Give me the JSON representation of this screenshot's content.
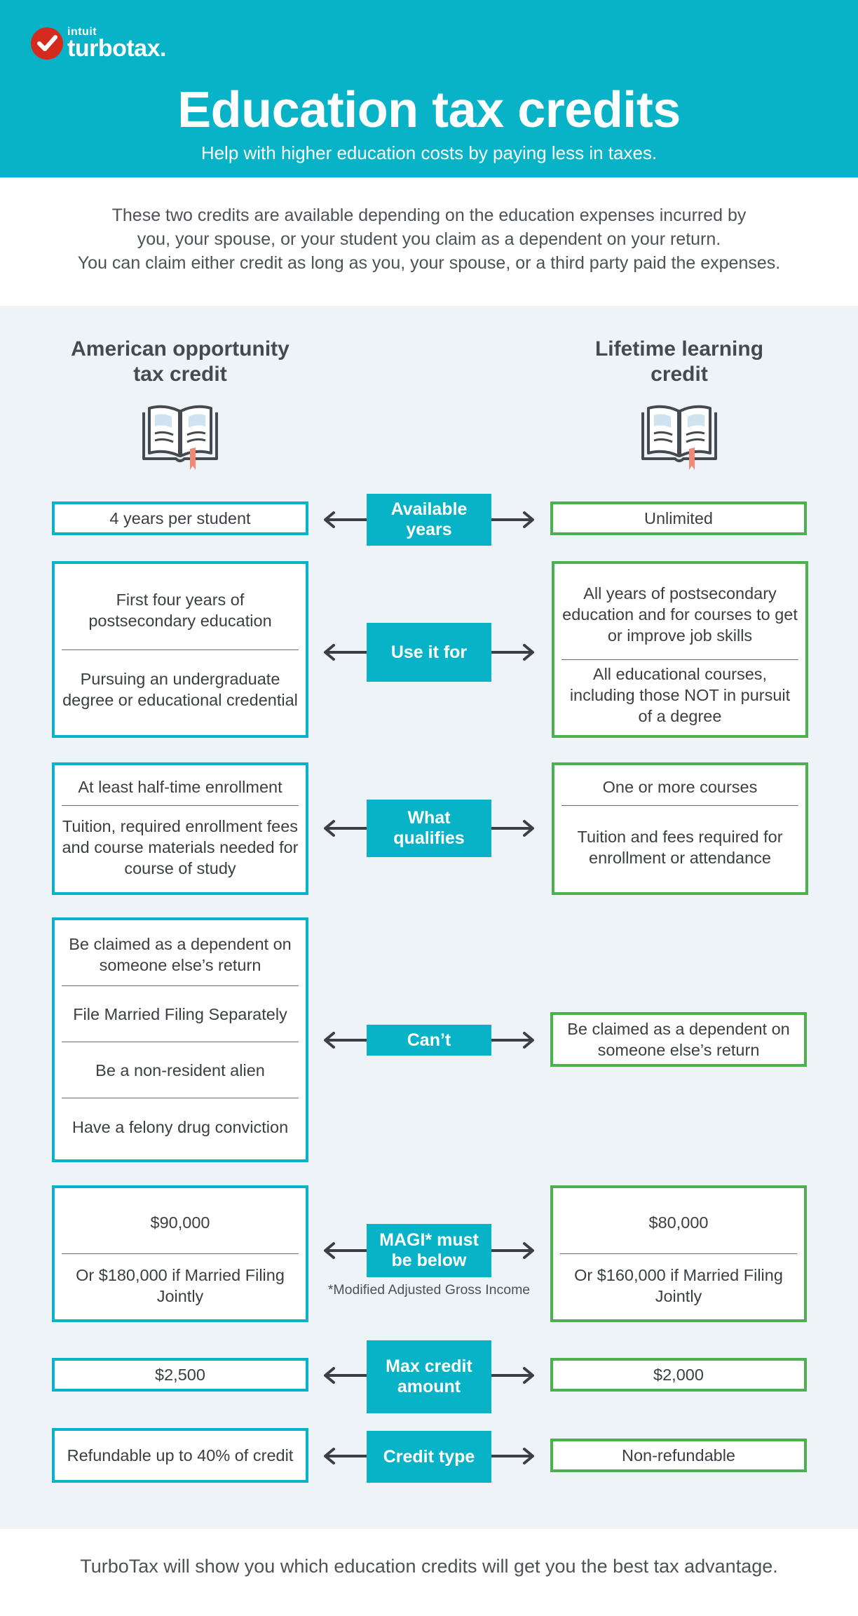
{
  "brand": {
    "intuit": "intuit",
    "name": "turbotax.",
    "colors": {
      "teal": "#08b2c7",
      "green": "#4caf50",
      "red": "#d52b1e",
      "panel": "#edf3f7"
    }
  },
  "header": {
    "title": "Education tax credits",
    "subtitle": "Help with higher education costs by paying less in taxes."
  },
  "intro": {
    "line1": "These two credits are available depending on the education expenses incurred by",
    "line2": "you, your spouse, or your student you claim as a dependent on your return.",
    "line3": "You can claim either credit as long as you, your spouse, or a third party paid the expenses."
  },
  "columns": {
    "left": {
      "line1": "American opportunity",
      "line2": "tax credit",
      "icon": "book-icon"
    },
    "right": {
      "line1": "Lifetime learning",
      "line2": "credit",
      "icon": "book-icon"
    }
  },
  "rows": [
    {
      "label": [
        "Available",
        "years"
      ],
      "left": [
        "4 years per student"
      ],
      "right": [
        "Unlimited"
      ]
    },
    {
      "label": [
        "Use it for"
      ],
      "left": [
        "First four years of postsecondary education",
        "Pursuing an undergraduate degree or educational credential"
      ],
      "right": [
        "All years of postsecondary education and for courses to get or improve job skills",
        "All educational courses, including those NOT in pursuit of a degree"
      ]
    },
    {
      "label": [
        "What",
        "qualifies"
      ],
      "left": [
        "At least half-time enrollment",
        "Tuition, required enrollment fees and course materials needed for course of study"
      ],
      "right": [
        "One or more courses",
        "Tuition and fees required for enrollment or attendance"
      ]
    },
    {
      "label": [
        "Can’t"
      ],
      "left": [
        "Be claimed as a dependent on someone else’s return",
        "File Married Filing Separately",
        "Be a non-resident alien",
        "Have a felony drug conviction"
      ],
      "right": [
        "Be claimed as a dependent on someone else’s return"
      ]
    },
    {
      "label": [
        "MAGI* must",
        "be below"
      ],
      "left": [
        "$90,000",
        "Or $180,000 if Married Filing Jointly"
      ],
      "right": [
        "$80,000",
        "Or $160,000 if Married Filing Jointly"
      ],
      "note": "*Modified Adjusted Gross Income"
    },
    {
      "label": [
        "Max credit",
        "amount"
      ],
      "left": [
        "$2,500"
      ],
      "right": [
        "$2,000"
      ]
    },
    {
      "label": [
        "Credit type"
      ],
      "left": [
        "Refundable up to 40% of credit"
      ],
      "right": [
        "Non-refundable"
      ]
    }
  ],
  "footer": "TurboTax will show you which education credits will get you the best tax advantage."
}
